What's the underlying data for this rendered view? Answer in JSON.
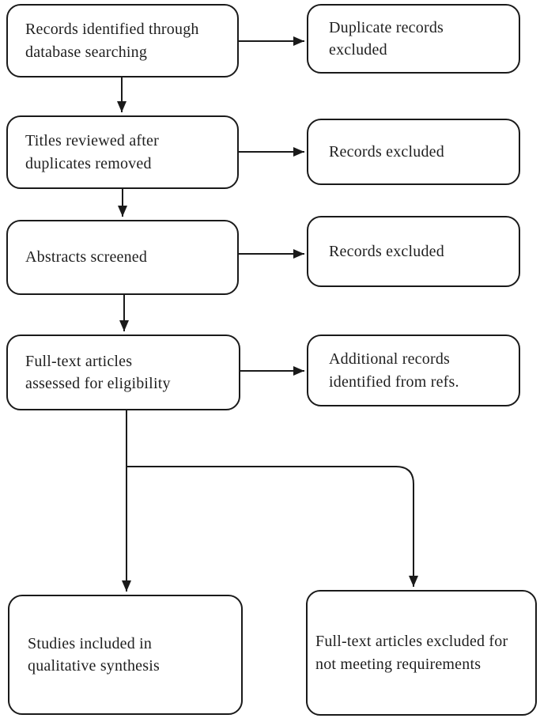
{
  "diagram": {
    "type": "flowchart",
    "description": "Literature screening flow diagram (PRISMA-style)",
    "boxes": {
      "records_identified": {
        "label": "Records identified through\ndatabase searching"
      },
      "titles_reviewed": {
        "label": "Titles reviewed after\nduplicates removed"
      },
      "abstracts_screened": {
        "label": "Abstracts screened"
      },
      "fulltext_assessed": {
        "label": "Full-text articles\nassessed for eligibility"
      },
      "studies_included": {
        "label": "Studies included in\nqualitative synthesis"
      },
      "duplicates_excluded": {
        "label": "Duplicate records\nexcluded"
      },
      "records_excluded_1": {
        "label": "Records excluded"
      },
      "records_excluded_2": {
        "label": "Records excluded"
      },
      "additional_records": {
        "label": "Additional records\nidentified from refs."
      },
      "fulltext_excluded": {
        "label": "Full-text articles excluded for\nnot meeting requirements"
      }
    },
    "edges": [
      {
        "from": "records_identified",
        "to": "duplicates_excluded"
      },
      {
        "from": "records_identified",
        "to": "titles_reviewed"
      },
      {
        "from": "titles_reviewed",
        "to": "records_excluded_1"
      },
      {
        "from": "titles_reviewed",
        "to": "abstracts_screened"
      },
      {
        "from": "abstracts_screened",
        "to": "records_excluded_2"
      },
      {
        "from": "abstracts_screened",
        "to": "fulltext_assessed"
      },
      {
        "from": "fulltext_assessed",
        "to": "additional_records"
      },
      {
        "from": "fulltext_assessed",
        "to": "studies_included"
      },
      {
        "from": "fulltext_assessed",
        "to": "fulltext_excluded"
      }
    ],
    "colors": {
      "background": "#ffffff",
      "box_fill": "#ffffff",
      "box_border": "#1a1a1a",
      "line": "#1a1a1a",
      "text": "#1f1f1f"
    }
  }
}
